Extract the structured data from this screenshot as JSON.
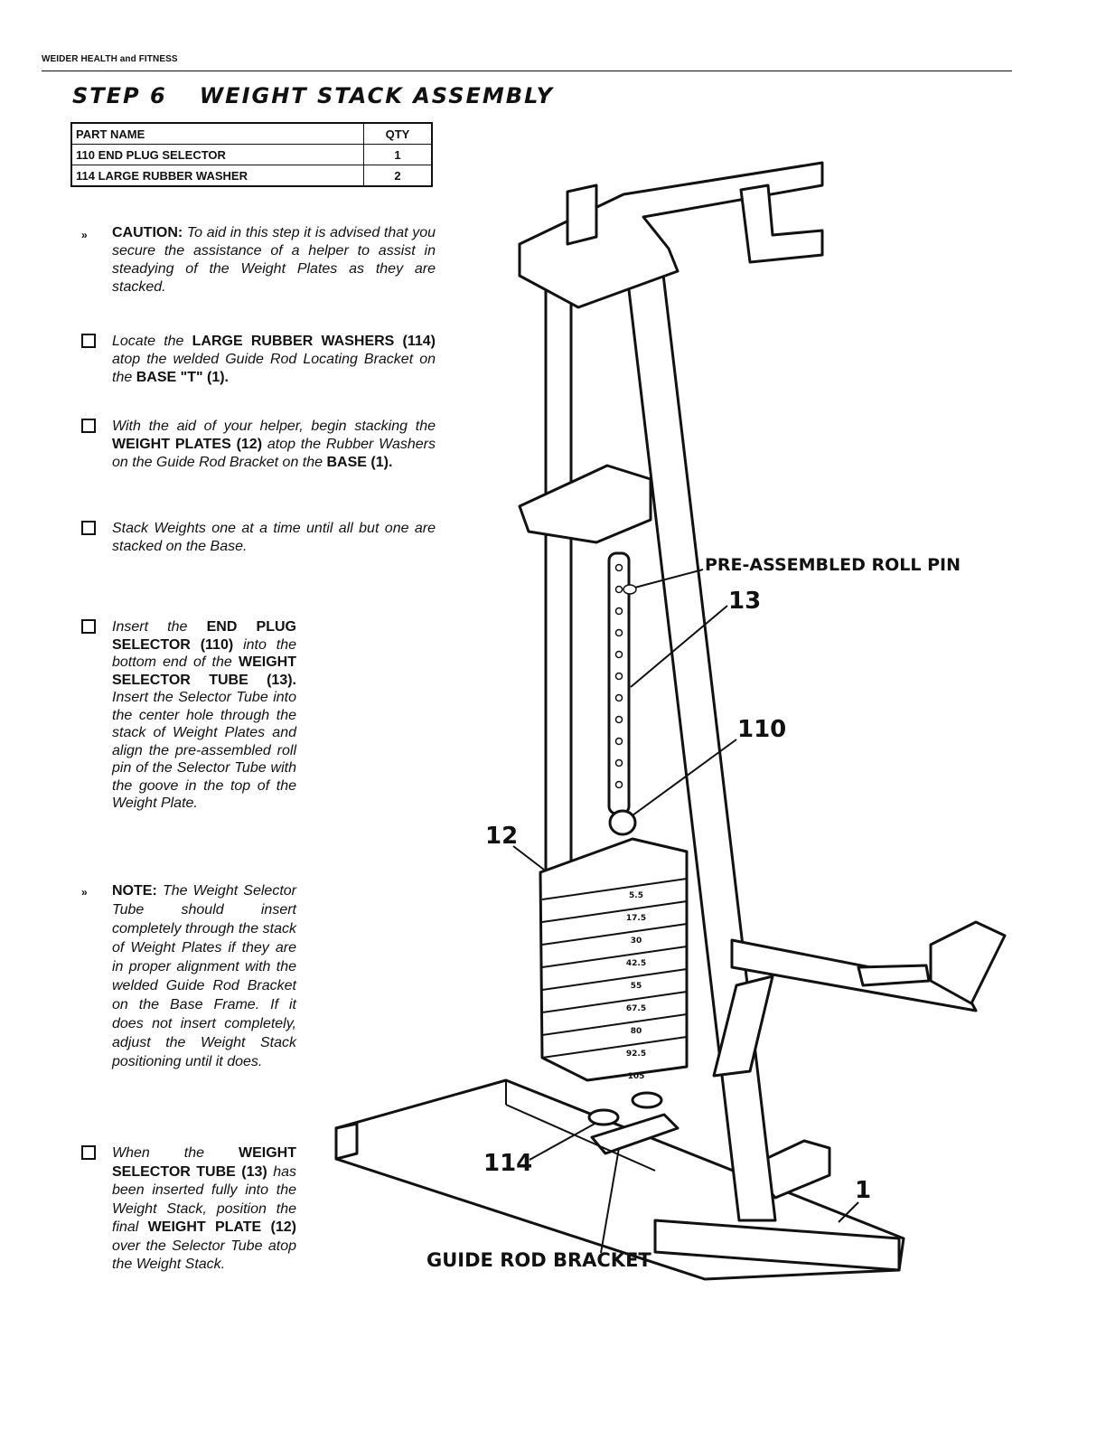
{
  "header": {
    "brand": "WEIDER HEALTH and FITNESS",
    "step_label": "STEP 6",
    "step_title": "WEIGHT STACK ASSEMBLY"
  },
  "parts_table": {
    "columns": [
      "PART NAME",
      "QTY"
    ],
    "rows": [
      {
        "name": "110 END PLUG SELECTOR",
        "qty": "1"
      },
      {
        "name": "114 LARGE RUBBER WASHER",
        "qty": "2"
      }
    ]
  },
  "instructions": {
    "caution": {
      "label": "CAUTION:",
      "text": "To aid in this step it is advised that you secure the assistance of a helper to assist in steadying of the Weight Plates as they are stacked."
    },
    "step1": {
      "p1": "Locate the",
      "b1": "LARGE RUBBER WASHERS (114)",
      "p2": "atop the welded Guide Rod Locating Bracket on the",
      "b2": "BASE \"T\" (1)."
    },
    "step2": {
      "p1": "With the aid of your helper, begin stacking the",
      "b1": "WEIGHT PLATES (12)",
      "p2": "atop the Rubber Washers on the Guide Rod Bracket on the",
      "b2": "BASE (1)."
    },
    "step3": {
      "text": "Stack Weights one at a time until all but one are stacked on the Base."
    },
    "step4": {
      "p1": "Insert the",
      "b1": "END PLUG SELECTOR (110)",
      "p2": "into the bottom end of the",
      "b2": "WEIGHT SELECTOR TUBE (13).",
      "p3": "Insert the Selector Tube into the center hole through the stack of Weight Plates and align the pre-assembled roll pin of the Selector Tube with the goove in the top of the Weight Plate."
    },
    "note": {
      "label": "NOTE:",
      "text": "The Weight Selector Tube should insert completely through the stack of Weight Plates if they are in proper alignment with the welded Guide Rod Bracket on the Base Frame. If it does not insert completely, adjust the Weight Stack positioning until it does."
    },
    "step5": {
      "p1": "When the",
      "b1": "WEIGHT SELECTOR TUBE (13)",
      "p2": "has been inserted fully into the Weight Stack, position the final",
      "b2": "WEIGHT PLATE (12)",
      "p3": "over the Selector Tube atop the Weight Stack."
    }
  },
  "diagram": {
    "callouts": {
      "roll_pin": "PRE-ASSEMBLED ROLL PIN",
      "tube": "13",
      "end_plug": "110",
      "plates": "12",
      "washers": "114",
      "base": "1",
      "bracket": "GUIDE ROD BRACKET"
    },
    "plate_labels": [
      "5.5",
      "17.5",
      "30",
      "42.5",
      "55",
      "67.5",
      "80",
      "92.5",
      "105"
    ]
  }
}
